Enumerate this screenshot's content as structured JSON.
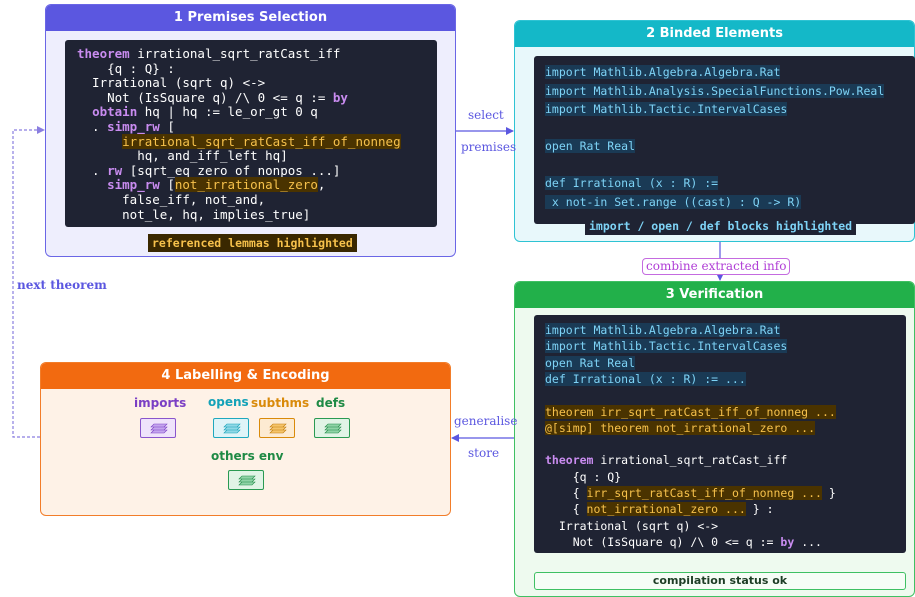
{
  "panel1": {
    "title": "1   Premises Selection",
    "code": [
      {
        "segs": [
          {
            "t": "theorem",
            "c": "kw"
          },
          {
            "t": " irrational_sqrt_ratCast_iff"
          }
        ]
      },
      {
        "segs": [
          {
            "t": "    {q : Q} :"
          }
        ]
      },
      {
        "segs": [
          {
            "t": "  Irrational (sqrt q) <->"
          }
        ]
      },
      {
        "segs": [
          {
            "t": "    Not (IsSquare q) /\\ 0 <= q := "
          },
          {
            "t": "by",
            "c": "kw"
          }
        ]
      },
      {
        "segs": [
          {
            "t": "  "
          },
          {
            "t": "obtain",
            "c": "kw"
          },
          {
            "t": " hq | hq := le_or_gt 0 q"
          }
        ]
      },
      {
        "segs": [
          {
            "t": "  . "
          },
          {
            "t": "simp_rw",
            "c": "kw"
          },
          {
            "t": " ["
          }
        ]
      },
      {
        "segs": [
          {
            "t": "      "
          },
          {
            "t": "irrational_sqrt_ratCast_iff_of_nonneg",
            "c": "hlo"
          }
        ]
      },
      {
        "segs": [
          {
            "t": "        hq, and_iff_left hq]"
          }
        ]
      },
      {
        "segs": [
          {
            "t": "  . "
          },
          {
            "t": "rw",
            "c": "kw"
          },
          {
            "t": " [sqrt_eq_zero_of_nonpos ...]"
          }
        ]
      },
      {
        "segs": [
          {
            "t": "    "
          },
          {
            "t": "simp_rw",
            "c": "kw"
          },
          {
            "t": " ["
          },
          {
            "t": "not_irrational_zero",
            "c": "hlo"
          },
          {
            "t": ","
          }
        ]
      },
      {
        "segs": [
          {
            "t": "      false_iff, not_and,"
          }
        ]
      },
      {
        "segs": [
          {
            "t": "      not_le, hq, implies_true]"
          }
        ]
      }
    ],
    "tag": "referenced lemmas highlighted"
  },
  "panel2": {
    "title": "2   Binded Elements",
    "lines": [
      "import Mathlib.Algebra.Algebra.Rat",
      "import Mathlib.Analysis.SpecialFunctions.Pow.Real",
      "import Mathlib.Tactic.IntervalCases",
      "",
      "open Rat Real",
      "",
      "def Irrational (x : R) :=",
      " x not-in Set.range ((cast) : Q -> R)"
    ],
    "tag": "import / open / def blocks highlighted"
  },
  "panel3": {
    "title": "3   Verification",
    "code": [
      {
        "segs": [
          {
            "t": "import Mathlib.Algebra.Algebra.Rat",
            "c": "hlb"
          }
        ]
      },
      {
        "segs": [
          {
            "t": "import Mathlib.Tactic.IntervalCases",
            "c": "hlb"
          }
        ]
      },
      {
        "segs": [
          {
            "t": "open Rat Real",
            "c": "hlb"
          }
        ]
      },
      {
        "segs": [
          {
            "t": "def Irrational (x : R) := ...",
            "c": "hlb"
          }
        ]
      },
      {
        "segs": []
      },
      {
        "segs": [
          {
            "t": "theorem irr_sqrt_ratCast_iff_of_nonneg ...",
            "c": "hlo"
          }
        ]
      },
      {
        "segs": [
          {
            "t": "@[simp] theorem not_irrational_zero ...",
            "c": "hlo"
          }
        ]
      },
      {
        "segs": []
      },
      {
        "segs": [
          {
            "t": "theorem",
            "c": "kw"
          },
          {
            "t": " irrational_sqrt_ratCast_iff"
          }
        ]
      },
      {
        "segs": [
          {
            "t": "    {q : Q}"
          }
        ]
      },
      {
        "segs": [
          {
            "t": "    { "
          },
          {
            "t": "irr_sqrt_ratCast_iff_of_nonneg ...",
            "c": "hlo"
          },
          {
            "t": " }"
          }
        ]
      },
      {
        "segs": [
          {
            "t": "    { "
          },
          {
            "t": "not_irrational_zero ...",
            "c": "hlo"
          },
          {
            "t": " } :"
          }
        ]
      },
      {
        "segs": [
          {
            "t": "  Irrational (sqrt q) <->"
          }
        ]
      },
      {
        "segs": [
          {
            "t": "    Not (IsSquare q) /\\ 0 <= q := "
          },
          {
            "t": "by",
            "c": "kw"
          },
          {
            "t": " ..."
          }
        ]
      }
    ],
    "status": "compilation status ok"
  },
  "panel4": {
    "title": "4   Labelling & Encoding",
    "categories": [
      "imports",
      "opens",
      "subthms",
      "defs",
      "others env"
    ]
  },
  "edges": {
    "select": "select",
    "premises": "premises",
    "combine": "combine extracted info",
    "generalise": "generalise",
    "store": "store",
    "next": "next theorem"
  },
  "colors": {
    "p1_head": "#5b57e0",
    "p1_fill": "#eeeefd",
    "p2_head": "#14b8c8",
    "p2_fill": "#e8f8fb",
    "p3_head": "#22b04a",
    "p3_fill": "#eefaef",
    "p4_head": "#f26a10",
    "p4_fill": "#fef2e7",
    "imports": "#7b3fc4",
    "opens": "#14a2b8",
    "subthms": "#d98a0a",
    "defs": "#1f8a45"
  }
}
